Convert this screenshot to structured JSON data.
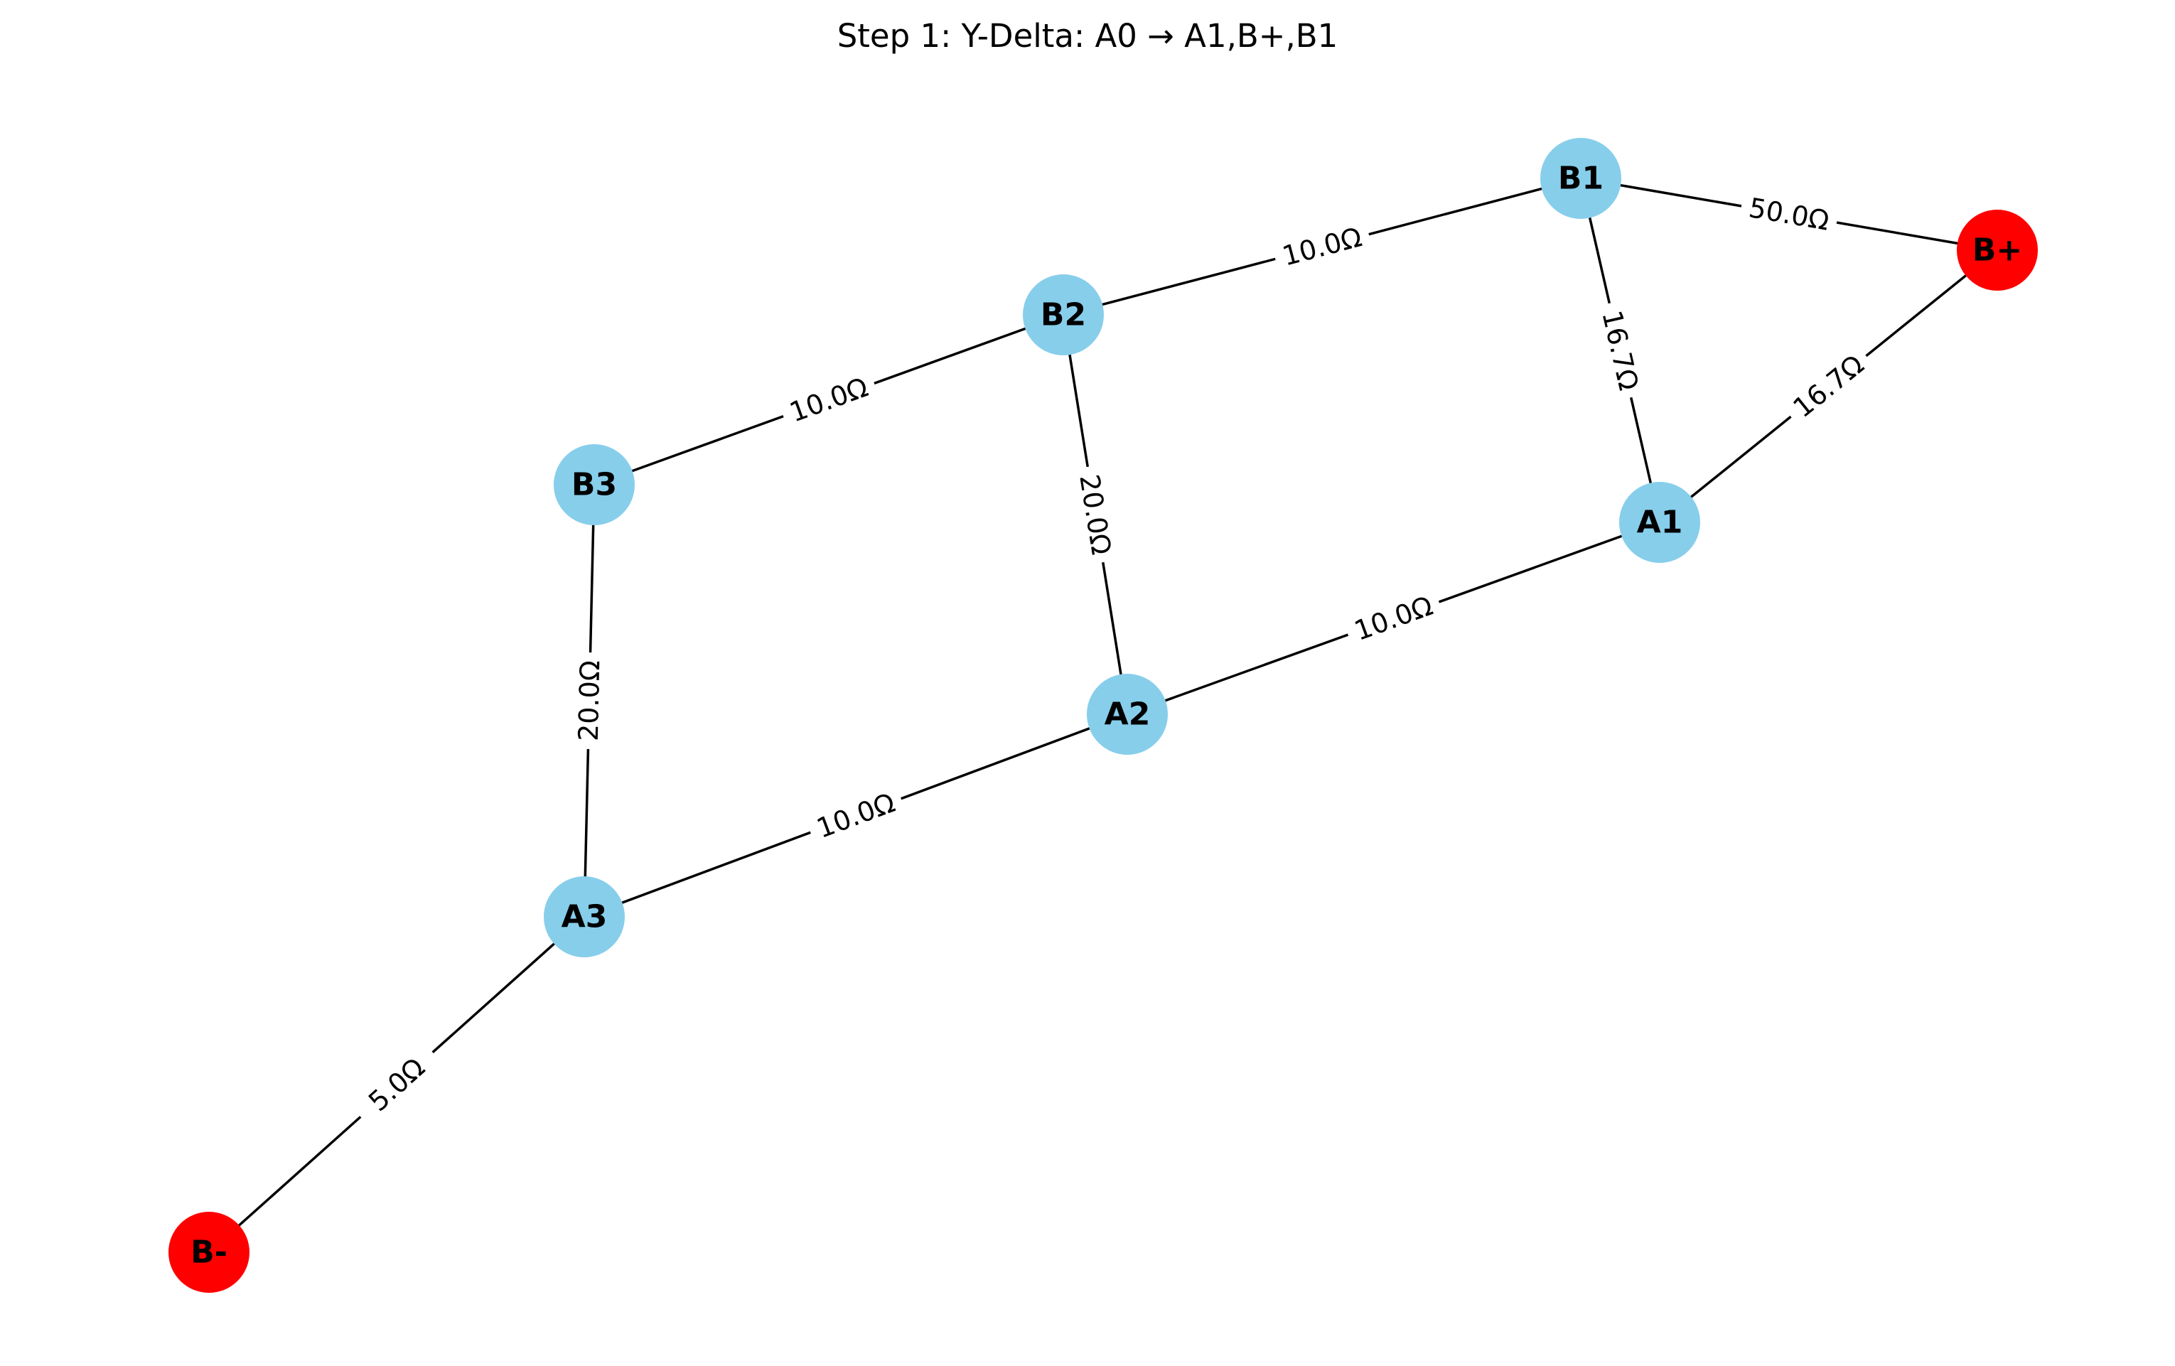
{
  "title": "Step 1: Y-Delta: A0 → A1,B+,B1",
  "colors": {
    "internal_node": "#87CEEB",
    "terminal_node": "#FF0000",
    "edge": "#000000"
  },
  "nodes": [
    {
      "id": "B1",
      "label": "B1",
      "kind": "internal"
    },
    {
      "id": "Bp",
      "label": "B+",
      "kind": "terminal"
    },
    {
      "id": "B2",
      "label": "B2",
      "kind": "internal"
    },
    {
      "id": "B3",
      "label": "B3",
      "kind": "internal"
    },
    {
      "id": "A1",
      "label": "A1",
      "kind": "internal"
    },
    {
      "id": "A2",
      "label": "A2",
      "kind": "internal"
    },
    {
      "id": "A3",
      "label": "A3",
      "kind": "internal"
    },
    {
      "id": "Bm",
      "label": "B-",
      "kind": "terminal"
    }
  ],
  "edges": [
    {
      "from": "B1",
      "to": "Bp",
      "label": "50.0Ω"
    },
    {
      "from": "B2",
      "to": "B1",
      "label": "10.0Ω"
    },
    {
      "from": "B1",
      "to": "A1",
      "label": "16.7Ω"
    },
    {
      "from": "A1",
      "to": "Bp",
      "label": "16.7Ω"
    },
    {
      "from": "B3",
      "to": "B2",
      "label": "10.0Ω"
    },
    {
      "from": "B2",
      "to": "A2",
      "label": "20.0Ω"
    },
    {
      "from": "A2",
      "to": "A1",
      "label": "10.0Ω"
    },
    {
      "from": "B3",
      "to": "A3",
      "label": "20.0Ω"
    },
    {
      "from": "A3",
      "to": "A2",
      "label": "10.0Ω"
    },
    {
      "from": "Bm",
      "to": "A3",
      "label": "5.0Ω"
    }
  ]
}
